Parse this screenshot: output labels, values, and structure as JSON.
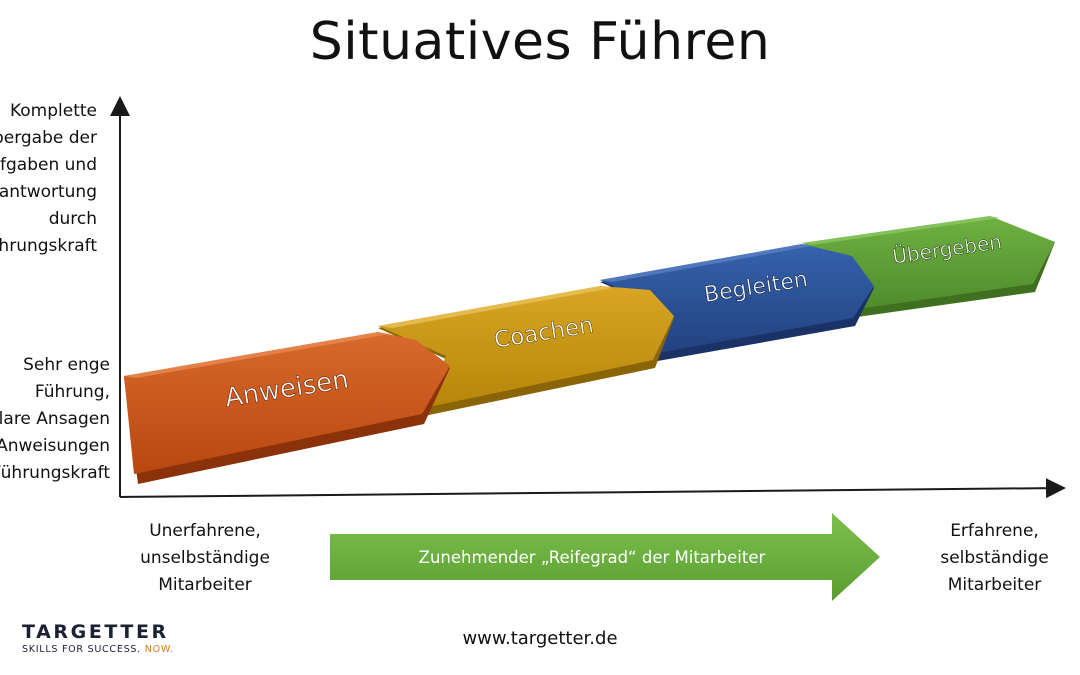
{
  "title": "Situatives Führen",
  "y_axis": {
    "top_label": "Komplette\nÜbergabe der\nAufgaben und\nVerantwortung\ndurch\nFührungskraft",
    "bottom_label": "Sehr enge\nFührung,\nklare Ansagen\nund Anweisungen\nder Führungskraft"
  },
  "x_axis": {
    "left_label": "Unerfahrene,\nunselbständige\nMitarbeiter",
    "right_label": "Erfahrene,\nselbständige\nMitarbeiter",
    "arrow_label": "Zunehmender „Reifegrad“ der Mitarbeiter"
  },
  "stages": [
    {
      "label": "Anweisen",
      "color": "#c9521a"
    },
    {
      "label": "Coachen",
      "color": "#c8940f"
    },
    {
      "label": "Begleiten",
      "color": "#2a4e96"
    },
    {
      "label": "Übergeben",
      "color": "#5c9e36"
    }
  ],
  "footer": {
    "url": "www.targetter.de",
    "logo_name": "TARGETTER",
    "logo_tagline": "SKILLS FOR SUCCESS.",
    "logo_tagline_accent": "NOW."
  },
  "colors": {
    "arrow_green": "#6ab33e",
    "axis": "#1a1a1a"
  }
}
